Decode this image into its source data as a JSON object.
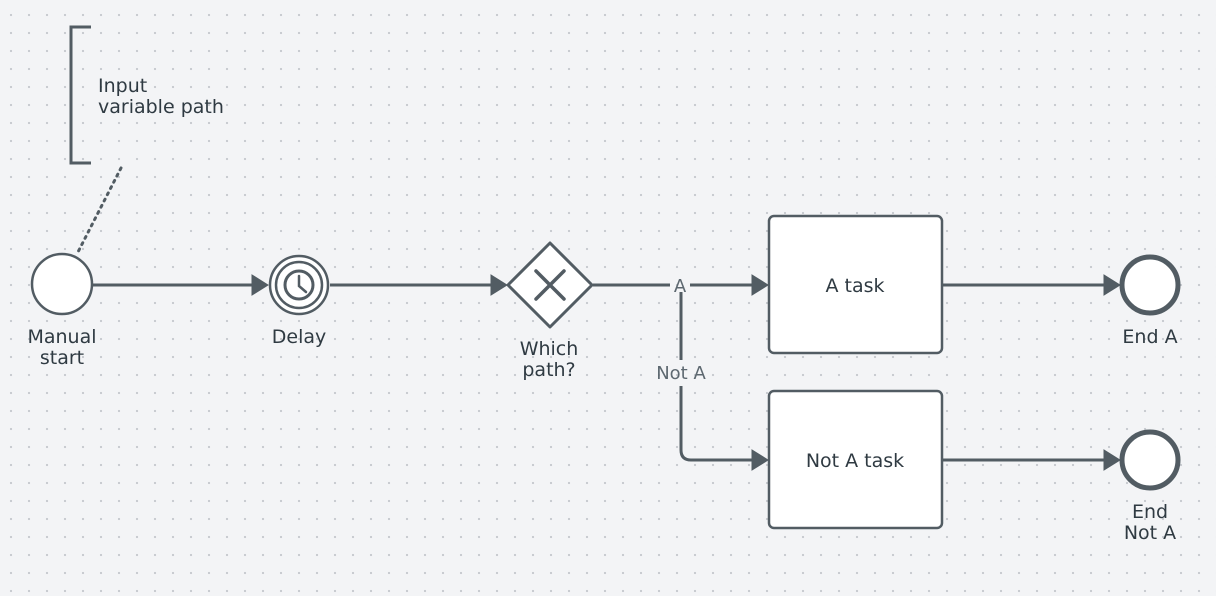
{
  "annotation": {
    "line1": "Input",
    "line2": "variable path"
  },
  "nodes": {
    "manual_start": {
      "line1": "Manual",
      "line2": "start"
    },
    "delay": {
      "label": "Delay"
    },
    "gateway": {
      "line1": "Which",
      "line2": "path?"
    },
    "a_task": {
      "label": "A task"
    },
    "not_a_task": {
      "label": "Not A task"
    },
    "end_a": {
      "label": "End A"
    },
    "end_not_a": {
      "line1": "End",
      "line2": "Not A"
    }
  },
  "flows": {
    "to_a": {
      "label": "A"
    },
    "to_not_a": {
      "label": "Not A"
    }
  },
  "icons": {
    "delay": "clock-icon",
    "gateway": "x-icon"
  }
}
